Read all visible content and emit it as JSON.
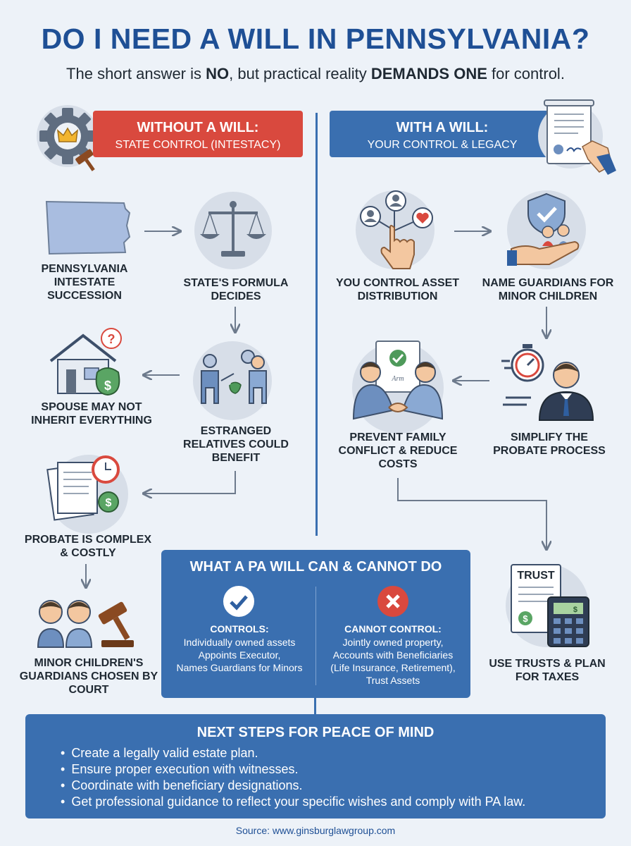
{
  "header": {
    "title": "DO I NEED A WILL IN PENNSYLVANIA?",
    "subtitle_pre": "The short answer is ",
    "subtitle_no": "NO",
    "subtitle_mid": ", but practical reality ",
    "subtitle_demands": "DEMANDS ONE",
    "subtitle_post": " for control."
  },
  "without": {
    "heading": "WITHOUT A WILL:",
    "subheading": "STATE CONTROL (INTESTACY)",
    "nodes": [
      {
        "label": "PENNSYLVANIA INTESTATE SUCCESSION",
        "icon": "pennsylvania-map-icon"
      },
      {
        "label": "STATE'S FORMULA DECIDES",
        "icon": "scales-icon"
      },
      {
        "label": "ESTRANGED RELATIVES COULD BENEFIT",
        "icon": "relatives-icon"
      },
      {
        "label": "SPOUSE MAY NOT INHERIT EVERYTHING",
        "icon": "house-money-icon"
      },
      {
        "label": "PROBATE IS COMPLEX & COSTLY",
        "icon": "documents-clock-icon"
      },
      {
        "label": "MINOR CHILDREN'S GUARDIANS CHOSEN BY COURT",
        "icon": "children-gavel-icon"
      }
    ]
  },
  "with": {
    "heading": "WITH A WILL:",
    "subheading": "YOUR CONTROL & LEGACY",
    "nodes": [
      {
        "label": "YOU CONTROL ASSET DISTRIBUTION",
        "icon": "hand-network-icon"
      },
      {
        "label": "NAME GUARDIANS FOR MINOR CHILDREN",
        "icon": "shield-family-icon"
      },
      {
        "label": "SIMPLIFY THE PROBATE PROCESS",
        "icon": "stopwatch-person-icon"
      },
      {
        "label": "PREVENT FAMILY CONFLICT & REDUCE COSTS",
        "icon": "handshake-icon"
      },
      {
        "label": "USE TRUSTS & PLAN FOR TAXES",
        "icon": "trust-calculator-icon"
      }
    ],
    "trust_label": "TRUST",
    "doc_label": "Arm"
  },
  "can_cannot": {
    "title": "WHAT A PA WILL CAN & CANNOT DO",
    "controls": {
      "heading": "CONTROLS:",
      "lines": [
        "Individually owned assets",
        "Appoints Executor,",
        "Names Guardians for Minors"
      ]
    },
    "cannot": {
      "heading": "CANNOT CONTROL:",
      "lines": [
        "Jointly owned property,",
        "Accounts with Beneficiaries",
        "(Life Insurance, Retirement),",
        "Trust Assets"
      ]
    }
  },
  "next_steps": {
    "title": "NEXT STEPS FOR PEACE OF MIND",
    "items": [
      "Create a legally valid estate plan.",
      "Ensure proper execution with witnesses.",
      "Coordinate with beneficiary designations.",
      "Get professional guidance to reflect your specific wishes and comply with PA law."
    ]
  },
  "source": "Source: www.ginsburglawgroup.com",
  "colors": {
    "navy": "#1e4f95",
    "blue": "#3a6fb0",
    "red": "#d9493e",
    "background": "#edf2f8"
  }
}
